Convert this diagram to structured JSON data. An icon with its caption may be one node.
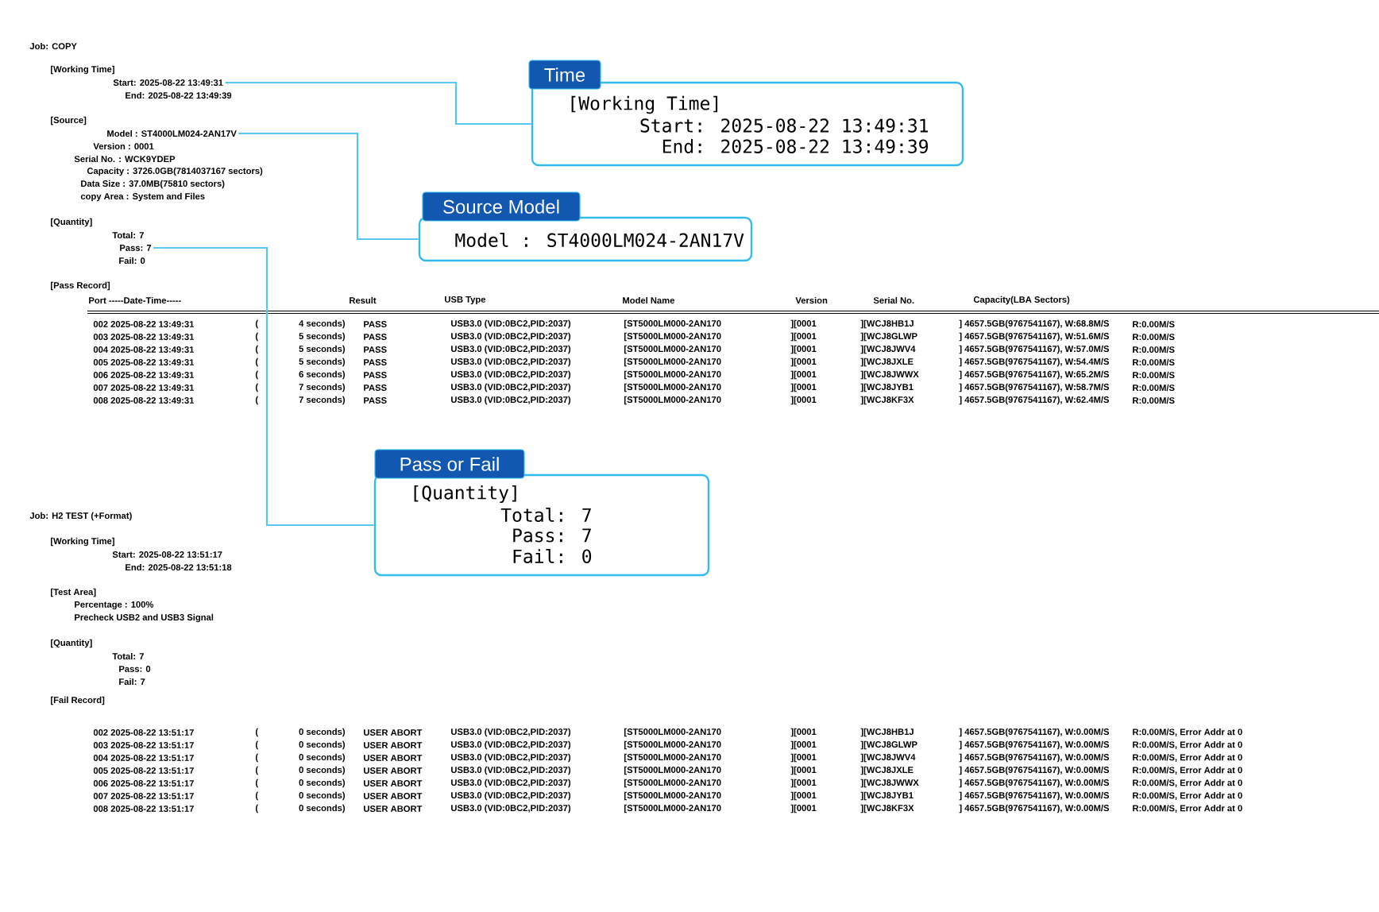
{
  "diagram": {
    "nodes": [
      {
        "text": [
          "Start: 2025-08-22 13:49:31"
        ]
      },
      {
        "text": [
          "Model : ST4000LM024-2AN17V"
        ]
      },
      {
        "text": [
          "Pass: 7"
        ]
      },
      {
        "text": [
          "Time",
          "[Working Time]",
          "Start: 2025-08-22 13:49:31",
          "End: 2025-08-22 13:49:39"
        ]
      },
      {
        "text": [
          "Source Model",
          "Model : ST4000LM024-2AN17V"
        ]
      },
      {
        "text": [
          "Pass or Fail",
          "[Quantity]",
          "Total: 7",
          "Pass: 7",
          "Fail: 0"
        ]
      }
    ],
    "edges": [
      {
        "from": 0,
        "to": 3,
        "arrow": "none"
      },
      {
        "from": 1,
        "to": 4,
        "arrow": "none"
      },
      {
        "from": 2,
        "to": 5,
        "arrow": "none"
      }
    ],
    "labels": [
      "Job: COPY",
      "[Working Time]",
      "End: 2025-08-22 13:49:39",
      "[Source]",
      "Version : 0001",
      "Serial No. : WCK9YDEP",
      "Capacity : 3726.0GB(7814037167 sectors)",
      "Data Size : 37.0MB(75810 sectors)",
      "copy Area : System and Files",
      "[Quantity]",
      "Total: 7",
      "Fail: 0",
      "[Pass Record]",
      "Port -----Date-Time-----",
      "Result",
      "USB Type",
      "Model Name",
      "Version",
      "Serial No.",
      "Capacity(LBA Sectors)",
      "002 2025-08-22 13:49:31",
      "(",
      "4 seconds)",
      "PASS",
      "USB3.0 (VID:0BC2,PID:2037)",
      "[ST5000LM000-2AN170",
      "][0001",
      "][WCJ8HB1J",
      "] 4657.5GB(9767541167), W:68.8M/S",
      "R:0.00M/S",
      "003 2025-08-22 13:49:31",
      "(",
      "5 seconds)",
      "PASS",
      "USB3.0 (VID:0BC2,PID:2037)",
      "[ST5000LM000-2AN170",
      "][0001",
      "][WCJ8GLWP",
      "] 4657.5GB(9767541167), W:51.6M/S",
      "R:0.00M/S",
      "004 2025-08-22 13:49:31",
      "(",
      "5 seconds)",
      "PASS",
      "USB3.0 (VID:0BC2,PID:2037)",
      "[ST5000LM000-2AN170",
      "][0001",
      "][WCJ8JWV4",
      "] 4657.5GB(9767541167), W:57.0M/S",
      "R:0.00M/S",
      "005 2025-08-22 13:49:31",
      "(",
      "5 seconds)",
      "PASS",
      "USB3.0 (VID:0BC2,PID:2037)",
      "[ST5000LM000-2AN170",
      "][0001",
      "][WCJ8JXLE",
      "] 4657.5GB(9767541167), W:54.4M/S",
      "R:0.00M/S",
      "006 2025-08-22 13:49:31",
      "(",
      "6 seconds)",
      "PASS",
      "USB3.0 (VID:0BC2,PID:2037)",
      "[ST5000LM000-2AN170",
      "][0001",
      "][WCJ8JWWX",
      "] 4657.5GB(9767541167), W:65.2M/S",
      "R:0.00M/S",
      "007 2025-08-22 13:49:31",
      "(",
      "7 seconds)",
      "PASS",
      "USB3.0 (VID:0BC2,PID:2037)",
      "[ST5000LM000-2AN170",
      "][0001",
      "][WCJ8JYB1",
      "] 4657.5GB(9767541167), W:58.7M/S",
      "R:0.00M/S",
      "008 2025-08-22 13:49:31",
      "(",
      "7 seconds)",
      "PASS",
      "USB3.0 (VID:0BC2,PID:2037)",
      "[ST5000LM000-2AN170",
      "][0001",
      "][WCJ8KF3X",
      "] 4657.5GB(9767541167), W:62.4M/S",
      "R:0.00M/S",
      "Job: H2 TEST (+Format)",
      "[Working Time]",
      "Start: 2025-08-22 13:51:17",
      "End: 2025-08-22 13:51:18",
      "[Test Area]",
      "Percentage : 100%",
      "Precheck USB2 and USB3 Signal",
      "[Quantity]",
      "Total: 7",
      "Pass: 0",
      "Fail: 7",
      "[Fail Record]",
      "002 2025-08-22 13:51:17",
      "(",
      "0 seconds)",
      "USER ABORT",
      "USB3.0 (VID:0BC2,PID:2037)",
      "[ST5000LM000-2AN170",
      "][0001",
      "][WCJ8HB1J",
      "] 4657.5GB(9767541167), W:0.00M/S",
      "R:0.00M/S, Error Addr at 0",
      "003 2025-08-22 13:51:17",
      "(",
      "0 seconds)",
      "USER ABORT",
      "USB3.0 (VID:0BC2,PID:2037)",
      "[ST5000LM000-2AN170",
      "][0001",
      "][WCJ8GLWP",
      "] 4657.5GB(9767541167), W:0.00M/S",
      "R:0.00M/S, Error Addr at 0",
      "004 2025-08-22 13:51:17",
      "(",
      "0 seconds)",
      "USER ABORT",
      "USB3.0 (VID:0BC2,PID:2037)",
      "[ST5000LM000-2AN170",
      "][0001",
      "][WCJ8JWV4",
      "] 4657.5GB(9767541167), W:0.00M/S",
      "R:0.00M/S, Error Addr at 0",
      "005 2025-08-22 13:51:17",
      "(",
      "0 seconds)",
      "USER ABORT",
      "USB3.0 (VID:0BC2,PID:2037)",
      "[ST5000LM000-2AN170",
      "][0001",
      "][WCJ8JXLE",
      "] 4657.5GB(9767541167), W:0.00M/S",
      "R:0.00M/S, Error Addr at 0",
      "006 2025-08-22 13:51:17",
      "(",
      "0 seconds)",
      "USER ABORT",
      "USB3.0 (VID:0BC2,PID:2037)",
      "[ST5000LM000-2AN170",
      "][0001",
      "][WCJ8JWWX",
      "] 4657.5GB(9767541167), W:0.00M/S",
      "R:0.00M/S, Error Addr at 0",
      "007 2025-08-22 13:51:17",
      "(",
      "0 seconds)",
      "USER ABORT",
      "USB3.0 (VID:0BC2,PID:2037)",
      "[ST5000LM000-2AN170",
      "][0001",
      "][WCJ8JYB1",
      "] 4657.5GB(9767541167), W:0.00M/S",
      "R:0.00M/S, Error Addr at 0",
      "008 2025-08-22 13:51:17",
      "(",
      "0 seconds)",
      "USER ABORT",
      "USB3.0 (VID:0BC2,PID:2037)",
      "[ST5000LM000-2AN170",
      "][0001",
      "][WCJ8KF3X",
      "] 4657.5GB(9767541167), W:0.00M/S",
      "R:0.00M/S, Error Addr at 0"
    ]
  }
}
